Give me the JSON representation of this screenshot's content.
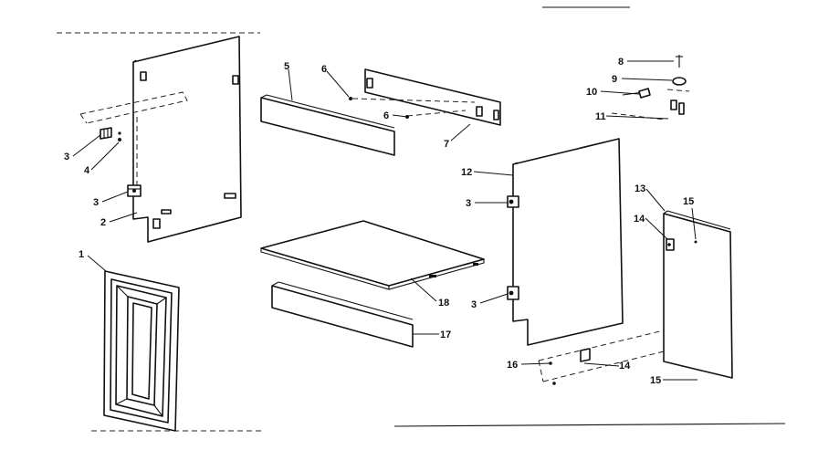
{
  "callouts": {
    "c1": "1",
    "c2": "2",
    "c3a": "3",
    "c3b": "3",
    "c3c": "3",
    "c3d": "3",
    "c4": "4",
    "c5": "5",
    "c6a": "6",
    "c6b": "6",
    "c7": "7",
    "c8": "8",
    "c9": "9",
    "c10": "10",
    "c11": "11",
    "c12": "12",
    "c13": "13",
    "c14a": "14",
    "c14b": "14",
    "c15a": "15",
    "c15b": "15",
    "c16": "16",
    "c17": "17",
    "c18": "18"
  }
}
